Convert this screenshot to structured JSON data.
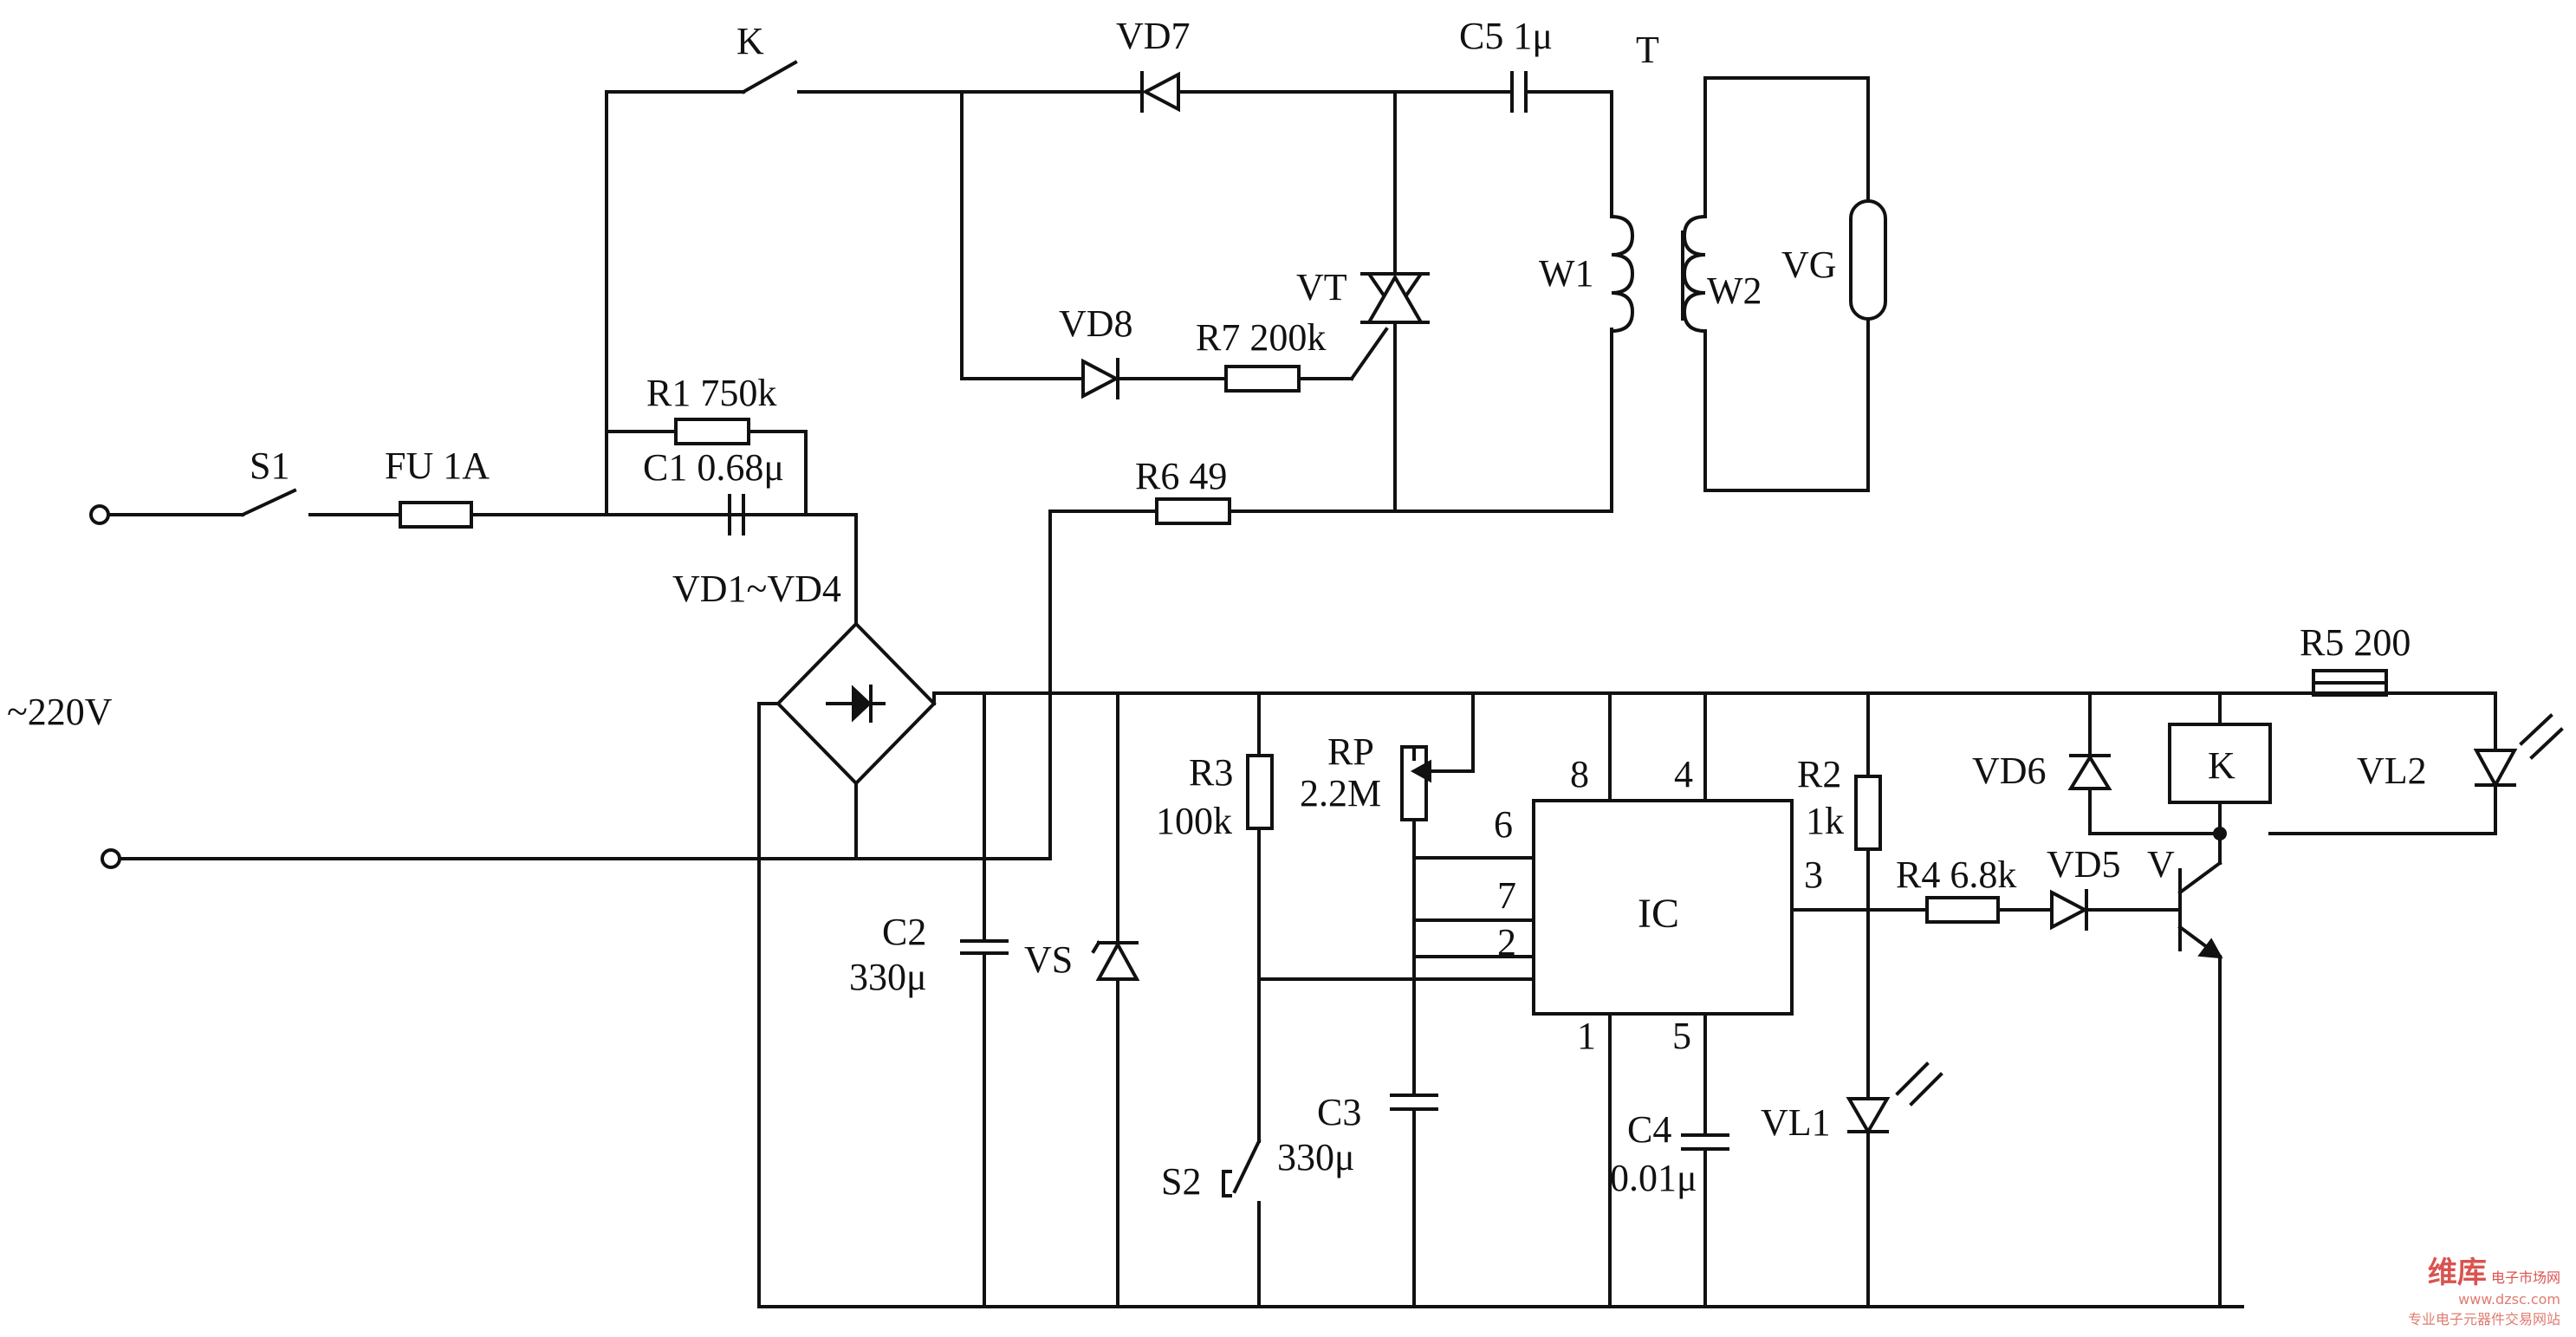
{
  "labels": {
    "ac": "~220V",
    "s1": "S1",
    "fu": "FU 1A",
    "k_switch": "K",
    "vd7": "VD7",
    "c5": "C5 1μ",
    "t": "T",
    "w1": "W1",
    "w2": "W2",
    "vg": "VG",
    "vt": "VT",
    "vd8": "VD8",
    "r7": "R7 200k",
    "r1": "R1 750k",
    "c1": "C1 0.68μ",
    "r6": "R6 49",
    "bridge": "VD1~VD4",
    "r5": "R5 200",
    "c2a": "C2",
    "c2b": "330μ",
    "vs": "VS",
    "r3a": "R3",
    "r3b": "100k",
    "rpa": "RP",
    "rpb": "2.2M",
    "ic": "IC",
    "pin8": "8",
    "pin4": "4",
    "pin6": "6",
    "pin7": "7",
    "pin2": "2",
    "pin1": "1",
    "pin5": "5",
    "pin3": "3",
    "r2a": "R2",
    "r2b": "1k",
    "r4": "R4 6.8k",
    "vd5": "VD5",
    "v": "V",
    "vd6": "VD6",
    "k_relay": "K",
    "vl2": "VL2",
    "c3a": "C3",
    "c3b": "330μ",
    "s2": "S2",
    "c4a": "C4",
    "c4b": "0.01μ",
    "vl1": "VL1"
  },
  "watermark": {
    "brand": "维库",
    "site": "电子市场网",
    "url": "www.dzsc.com",
    "tagline": "专业电子元器件交易网站"
  }
}
